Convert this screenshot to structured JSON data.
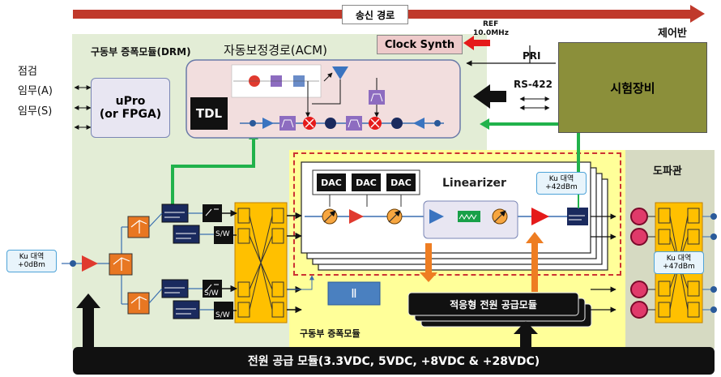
{
  "header": {
    "tx_path": "송신 경로"
  },
  "labels": {
    "control_panel": "제어반",
    "drm": "구동부 증폭모듈(DRM)",
    "acm": "자동보정경로(ACM)",
    "clock_synth": "Clock Synth",
    "ref": "REF",
    "ref_freq": "10.0MHz",
    "pri": "PRI",
    "rs422": "RS-422",
    "test_equipment": "시험장비",
    "check": "점검",
    "mission_a": "임무(A)",
    "mission_s": "임무(S)",
    "upro": "uPro\n(or FPGA)",
    "tdl": "TDL",
    "linearizer": "Linearizer",
    "dac": "DAC",
    "ku_42": "Ku 대역\n+42dBm",
    "ku_0": "Ku 대역\n+0dBm",
    "ku_47": "Ku 대역\n+47dBm",
    "twt": "도파관",
    "sw": "S/W",
    "roman2": "Ⅱ",
    "adaptive_psu": "적응형 전원 공급모듈",
    "drive_amp": "구동부 증폭모듈",
    "power_supply": "전원 공급 모듈(3.3VDC, 5VDC, +8VDC & +28VDC)"
  },
  "colors": {
    "drm_bg": "#e3edd6",
    "yellow_bg": "#ffff99",
    "twt_bg": "#d8dcc4",
    "test_eq": "#8b8f3a",
    "green_line": "#21b24b",
    "orange_arrow": "#ee7d22",
    "red_arrow": "#e51a1a"
  }
}
